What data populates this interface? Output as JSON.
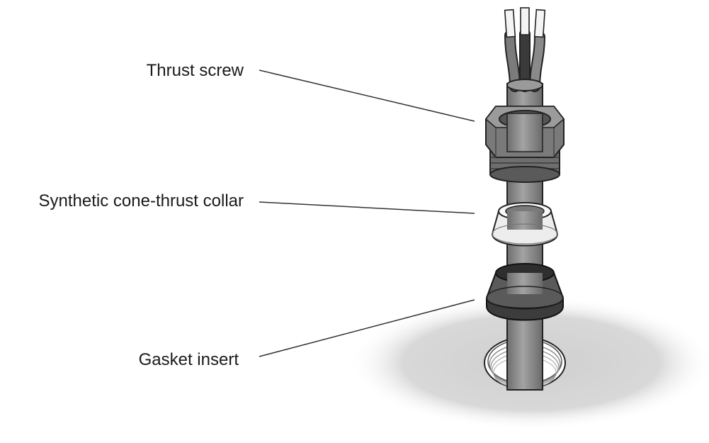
{
  "labels": {
    "thrust_screw": "Thrust screw",
    "collar": "Synthetic cone-thrust collar",
    "gasket": "Gasket insert"
  },
  "colors": {
    "cable": "#8c8c8c",
    "nut": "#7a7a7a",
    "collar": "#ececec",
    "gasket": "#555555",
    "shadow": "#d6d6d6",
    "wire_tip": "#f2f2f2",
    "leader_line": "#333333"
  }
}
